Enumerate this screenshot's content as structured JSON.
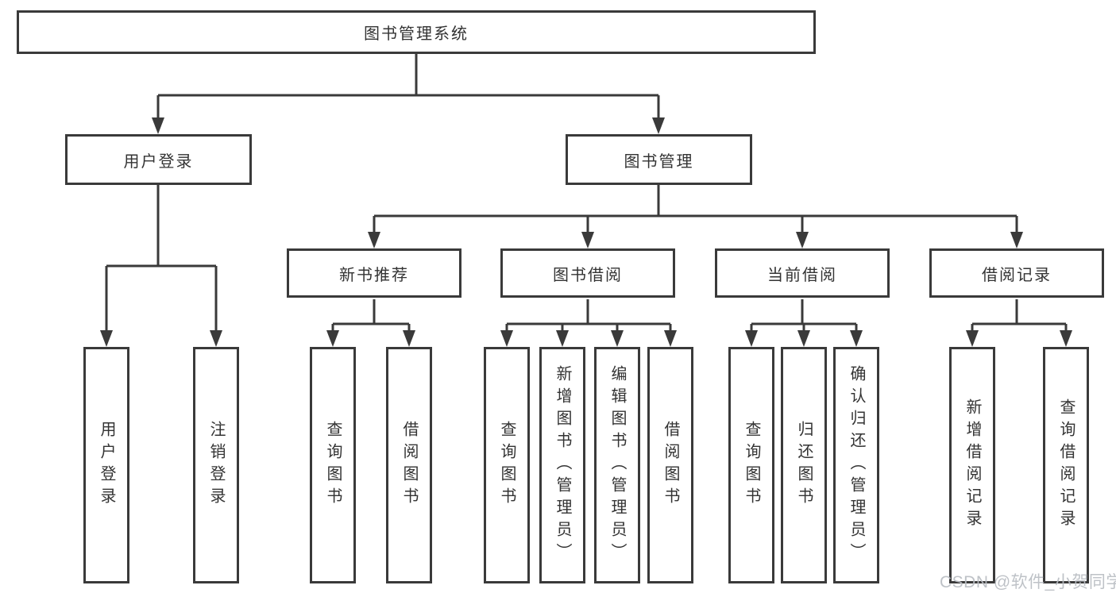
{
  "diagram": {
    "root": "图书管理系统",
    "branches": [
      {
        "label": "用户登录",
        "children": [
          "用户登录",
          "注销登录"
        ]
      },
      {
        "label": "图书管理",
        "groups": [
          {
            "label": "新书推荐",
            "children": [
              "查询图书",
              "借阅图书"
            ]
          },
          {
            "label": "图书借阅",
            "children": [
              "查询图书",
              "新增图书（管理员）",
              "编辑图书（管理员）",
              "借阅图书"
            ]
          },
          {
            "label": "当前借阅",
            "children": [
              "查询图书",
              "归还图书",
              "确认归还（管理员）"
            ]
          },
          {
            "label": "借阅记录",
            "children": [
              "新增借阅记录",
              "查询借阅记录"
            ]
          }
        ]
      }
    ],
    "watermark": "CSDN @软件_小贺同学"
  }
}
